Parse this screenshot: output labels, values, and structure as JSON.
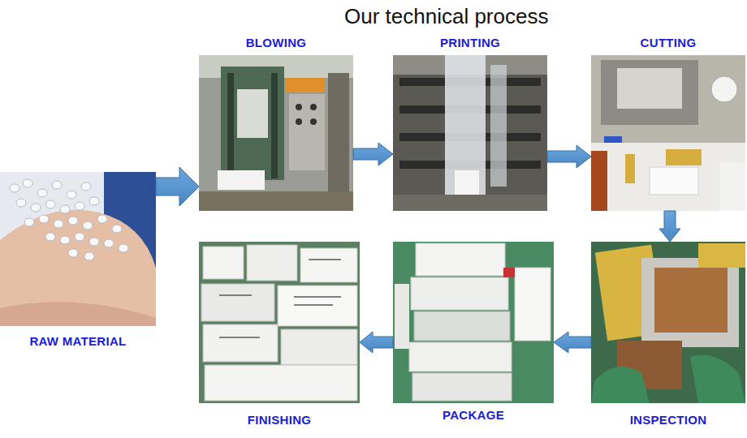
{
  "diagram": {
    "title": "Our technical process",
    "nodes": [
      {
        "text": [
          "RAW MATERIAL"
        ]
      },
      {
        "text": [
          "BLOWING"
        ]
      },
      {
        "text": [
          "PRINTING"
        ]
      },
      {
        "text": [
          "CUTTING"
        ]
      },
      {
        "text": [
          "INSPECTION"
        ]
      },
      {
        "text": [
          "PACKAGE"
        ]
      },
      {
        "text": [
          "FINISHING"
        ]
      }
    ],
    "edges": [
      {
        "from": 0,
        "to": 1,
        "arrow": "to"
      },
      {
        "from": 1,
        "to": 2,
        "arrow": "to"
      },
      {
        "from": 2,
        "to": 3,
        "arrow": "to"
      },
      {
        "from": 3,
        "to": 4,
        "arrow": "to"
      },
      {
        "from": 4,
        "to": 5,
        "arrow": "to"
      },
      {
        "from": 5,
        "to": 6,
        "arrow": "to"
      }
    ]
  }
}
